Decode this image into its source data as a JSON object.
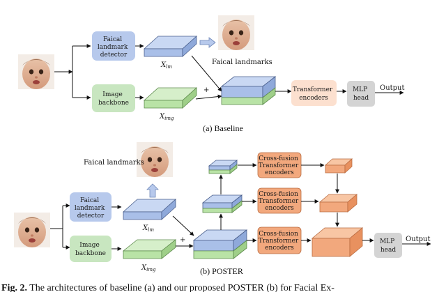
{
  "baseline": {
    "landmark_detector_label": [
      "Faical",
      "landmark",
      "detector"
    ],
    "image_backbone_label": [
      "Image",
      "backbone"
    ],
    "x_lm": "X",
    "x_lm_sub": "lm",
    "x_img": "X",
    "x_img_sub": "img",
    "facial_landmarks_label": "Faical landmarks",
    "plus": "+",
    "transformer_label": [
      "Transformer",
      "encoders"
    ],
    "mlp_label": [
      "MLP",
      "head"
    ],
    "output_label": "Output",
    "caption": "(a) Baseline"
  },
  "poster": {
    "facial_landmarks_label": "Faical landmarks",
    "landmark_detector_label": [
      "Faical",
      "landmark",
      "detector"
    ],
    "image_backbone_label": [
      "Image",
      "backbone"
    ],
    "x_lm": "X",
    "x_lm_sub": "lm",
    "x_img": "X",
    "x_img_sub": "img",
    "plus": "+",
    "cross_fusion_label": [
      "Cross-fusion",
      "Transformer",
      "encoders"
    ],
    "mlp_label": [
      "MLP",
      "head"
    ],
    "output_label": "Output",
    "caption": "(b) POSTER"
  },
  "figure_caption": {
    "prefix": "Fig. 2.",
    "text": " The architectures of baseline (a) and our proposed POSTER (b) for Facial Ex-"
  },
  "colors": {
    "landmark_block": "#b7c9ec",
    "backbone_block": "#c8e6c0",
    "transformer_block": "#fce0cf",
    "cross_fusion_block": "#f2a87d",
    "mlp_block": "#d4d4d4",
    "lm_feature": "#a9bfe8",
    "img_feature": "#b9e3a6"
  }
}
